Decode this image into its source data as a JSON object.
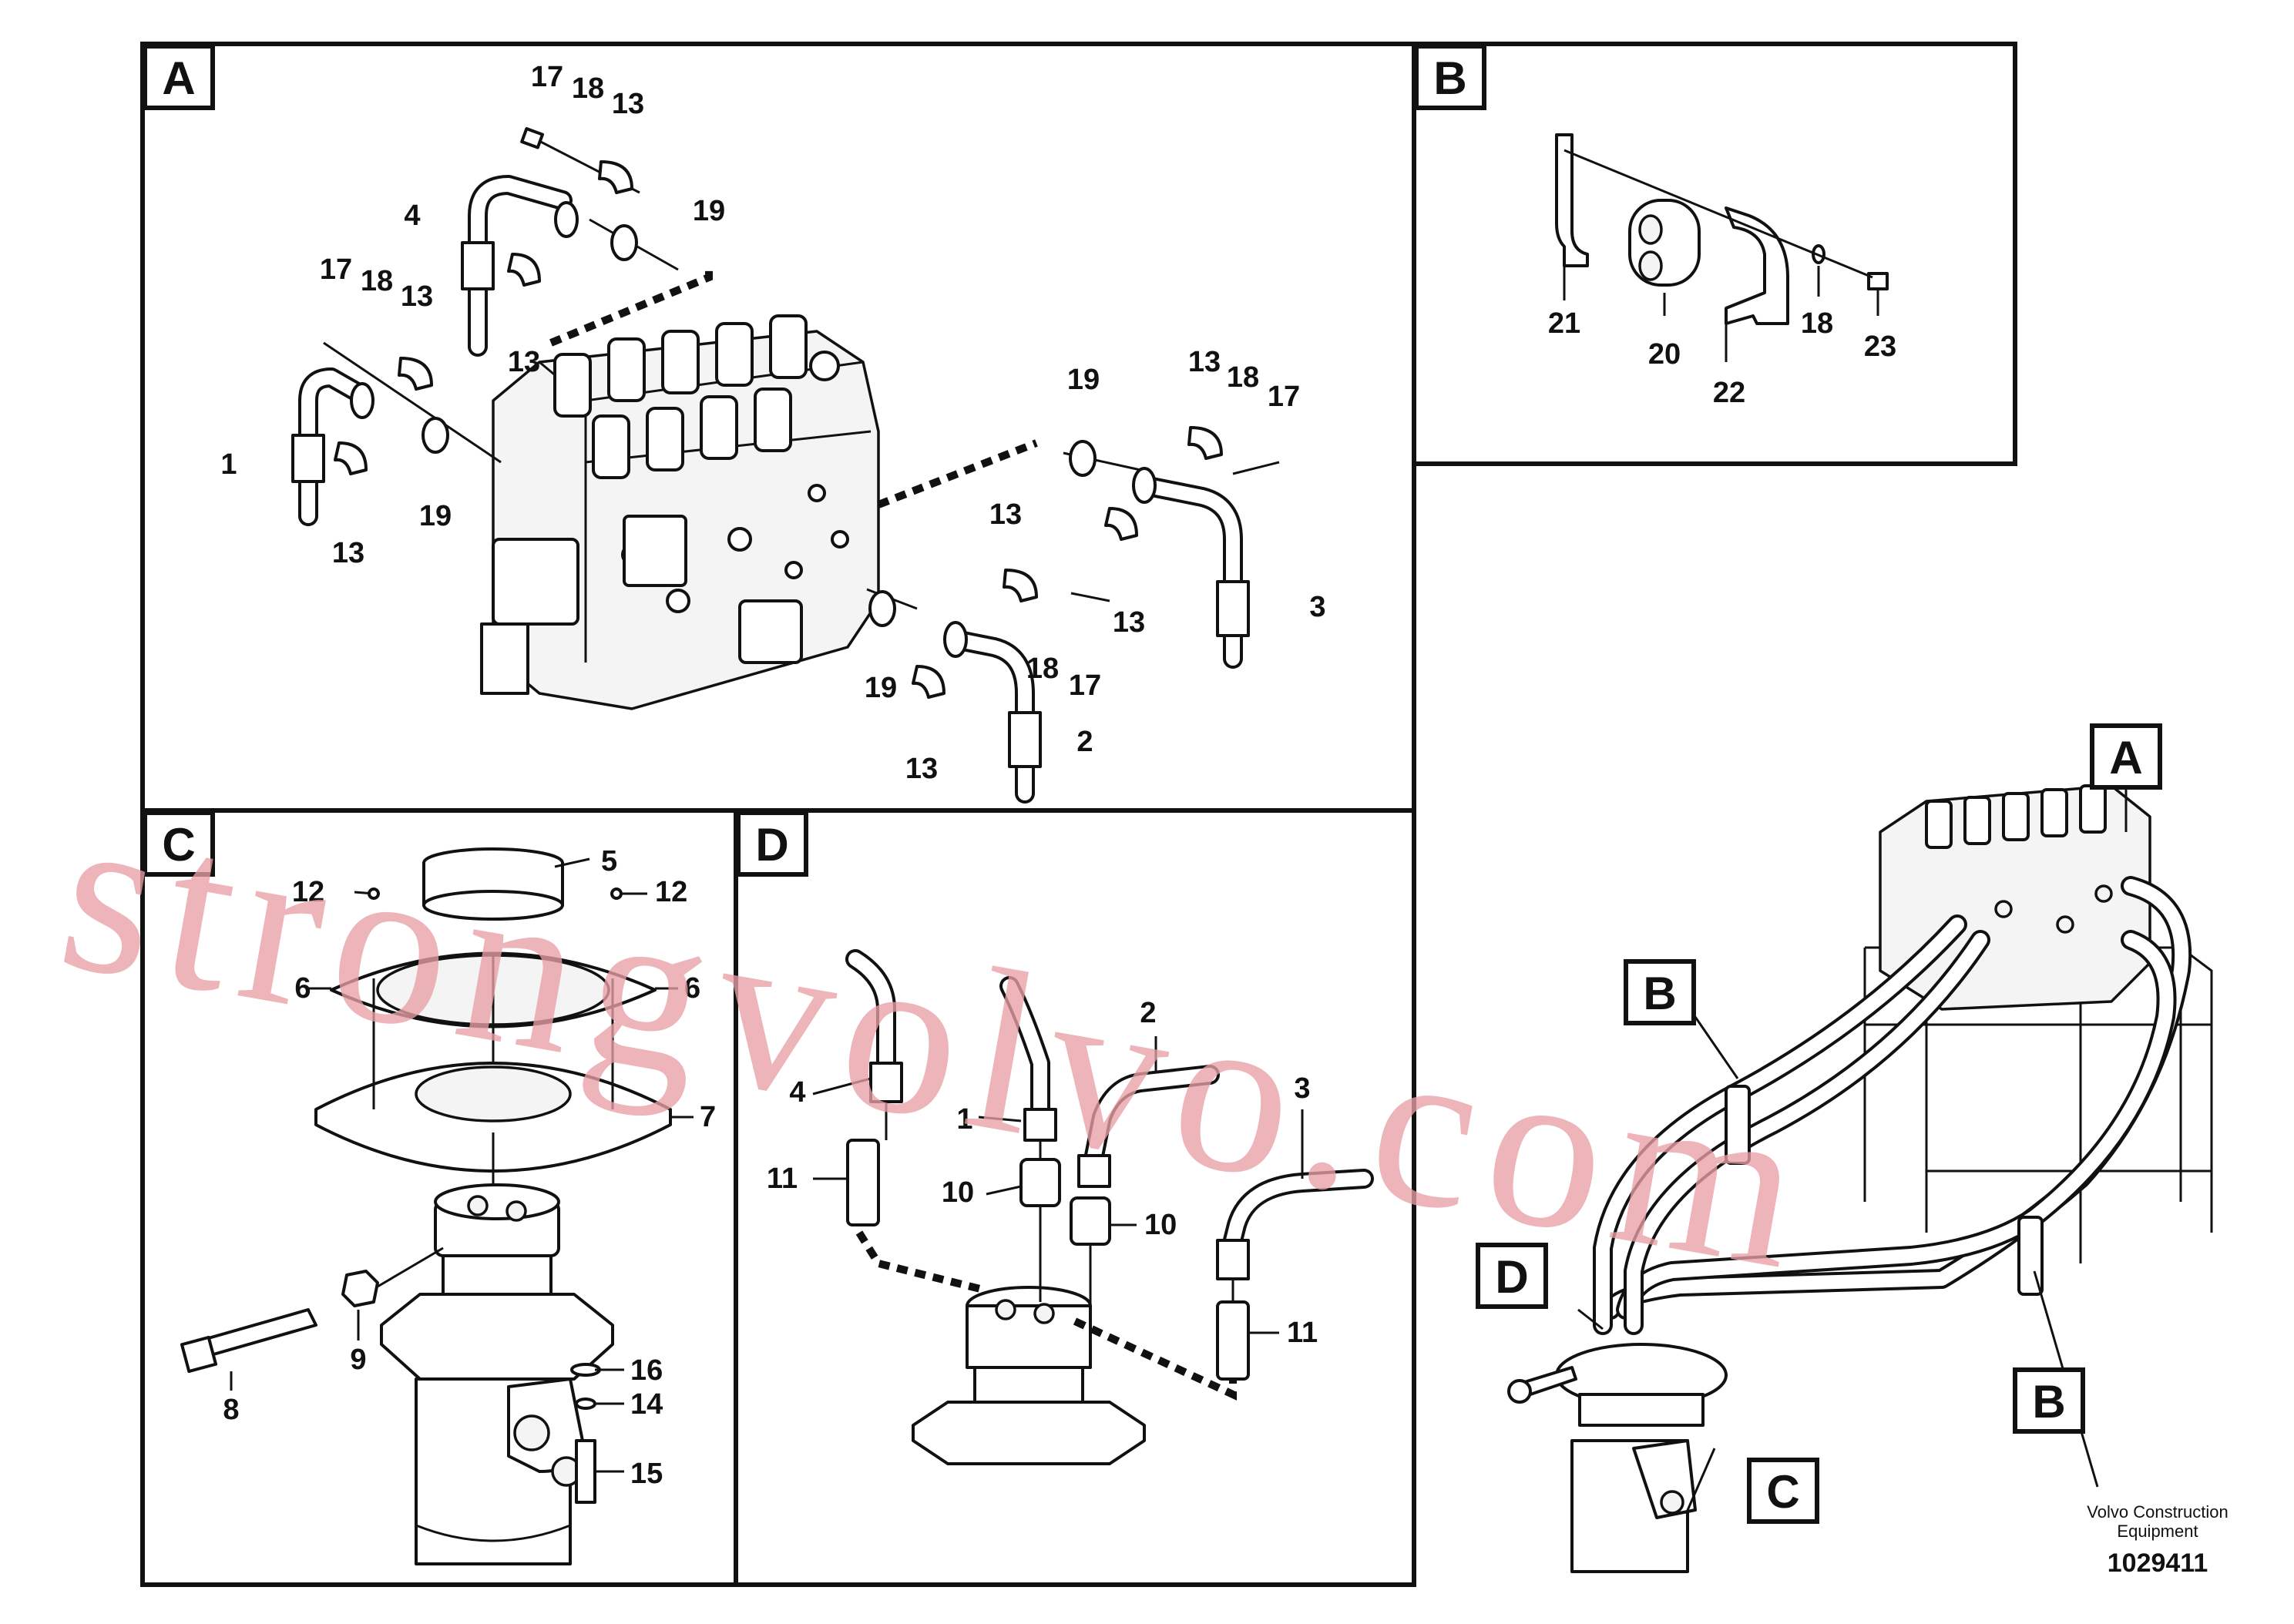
{
  "panels": {
    "A": {
      "label": "A"
    },
    "B": {
      "label": "B"
    },
    "C": {
      "label": "C"
    },
    "D": {
      "label": "D"
    }
  },
  "overview": {
    "labels": [
      "A",
      "B",
      "B",
      "C",
      "D"
    ]
  },
  "callouts_A": [
    "17",
    "18",
    "13",
    "4",
    "19",
    "17",
    "18",
    "13",
    "13",
    "1",
    "19",
    "13",
    "19",
    "13",
    "18",
    "17",
    "13",
    "3",
    "13",
    "18",
    "17",
    "19",
    "2",
    "13"
  ],
  "callouts_B": [
    "21",
    "20",
    "22",
    "18",
    "23"
  ],
  "callouts_C": [
    "5",
    "12",
    "12",
    "6",
    "6",
    "7",
    "8",
    "9",
    "16",
    "14",
    "15"
  ],
  "callouts_D": [
    "4",
    "2",
    "1",
    "3",
    "11",
    "10",
    "10",
    "11"
  ],
  "watermark": "strongvolvo.com",
  "footer": {
    "company": "Volvo Construction",
    "company2": "Equipment",
    "drawing_number": "1029411"
  }
}
